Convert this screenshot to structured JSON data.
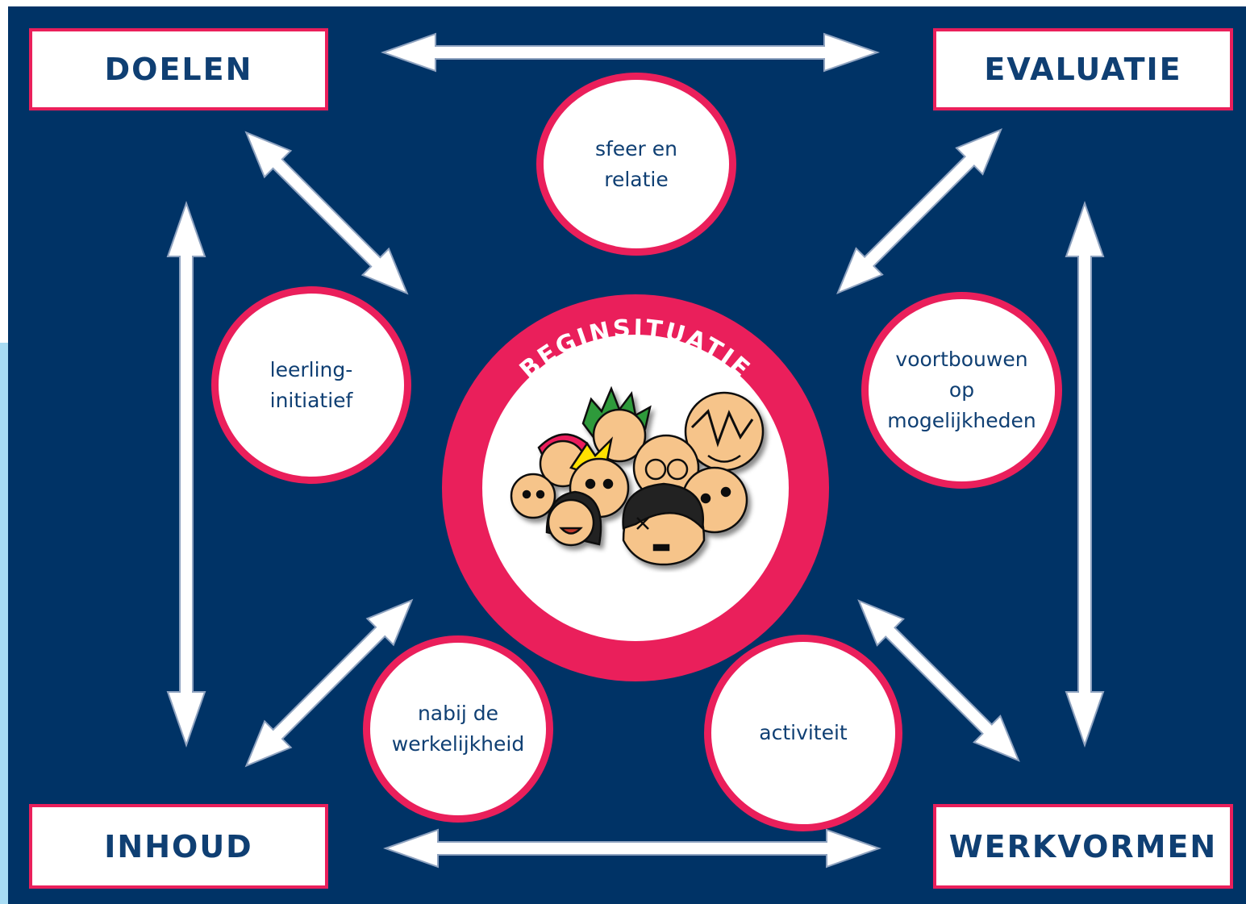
{
  "corners": {
    "top_left": "DOELEN",
    "top_right": "EVALUATIE",
    "bottom_left": "INHOUD",
    "bottom_right": "WERKVORMEN"
  },
  "center": {
    "label": "BEGINSITUATIE",
    "illustration": "group-of-children-faces"
  },
  "bubbles": {
    "top": "sfeer en\nrelatie",
    "left": "leerling-\ninitiatief",
    "right": "voortbouwen\nop\nmogelijkheden",
    "bottom_left": "nabij de\nwerkelijkheid",
    "bottom_right": "activiteit"
  },
  "colors": {
    "background": "#003366",
    "accent": "#ea1f5b",
    "text": "#0f3f73",
    "arrow": "#ffffff",
    "side_strip": "#a8dcf4"
  }
}
